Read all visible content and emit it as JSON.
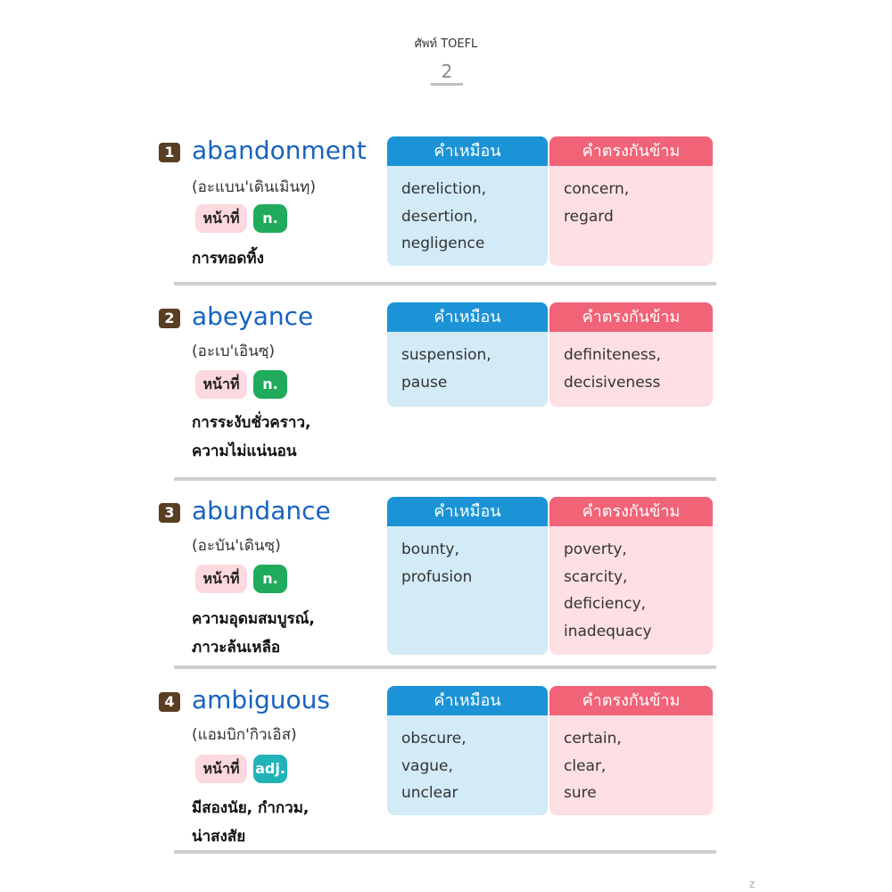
{
  "header": {
    "title": "ศัพท์ TOEFL",
    "page_number": "2"
  },
  "labels": {
    "synonym": "คำเหมือน",
    "antonym": "คำตรงกันข้าม",
    "pos_label": "หน้าที่"
  },
  "colors": {
    "headword": "#1763c0",
    "synonym_header": "#1b93d6",
    "antonym_header": "#f16377",
    "noun_badge": "#1fab5b",
    "adj_badge": "#21b3b8",
    "number_badge": "#5a3e22"
  },
  "entries": [
    {
      "number": "1",
      "word": "abandonment",
      "pronunciation": "(อะแบน'เดินเมินทฺ)",
      "pos": "n.",
      "meaning": [
        "การทอดทิ้ง"
      ],
      "synonyms": [
        "dereliction,",
        "desertion,",
        "negligence"
      ],
      "antonyms": [
        "concern,",
        "regard"
      ]
    },
    {
      "number": "2",
      "word": "abeyance",
      "pronunciation": "(อะเบ'เอินซฺ)",
      "pos": "n.",
      "meaning": [
        "การระงับชั่วคราว,",
        "ความไม่แน่นอน"
      ],
      "synonyms": [
        "suspension,",
        "pause"
      ],
      "antonyms": [
        "definiteness,",
        "decisiveness"
      ]
    },
    {
      "number": "3",
      "word": "abundance",
      "pronunciation": "(อะบัน'เดินซฺ)",
      "pos": "n.",
      "meaning": [
        "ความอุดมสมบูรณ์,",
        "ภาวะล้นเหลือ"
      ],
      "synonyms": [
        "bounty,",
        "profusion"
      ],
      "antonyms": [
        "poverty,",
        "scarcity,",
        "deficiency,",
        "inadequacy"
      ]
    },
    {
      "number": "4",
      "word": "ambiguous",
      "pronunciation": "(แอมบิก'กิวเอิส)",
      "pos": "adj.",
      "meaning": [
        "มีสองนัย, กำกวม,",
        "น่าสงสัย"
      ],
      "synonyms": [
        "obscure,",
        "vague,",
        "unclear"
      ],
      "antonyms": [
        "certain,",
        "clear,",
        "sure"
      ]
    }
  ],
  "corner_mark": "z"
}
